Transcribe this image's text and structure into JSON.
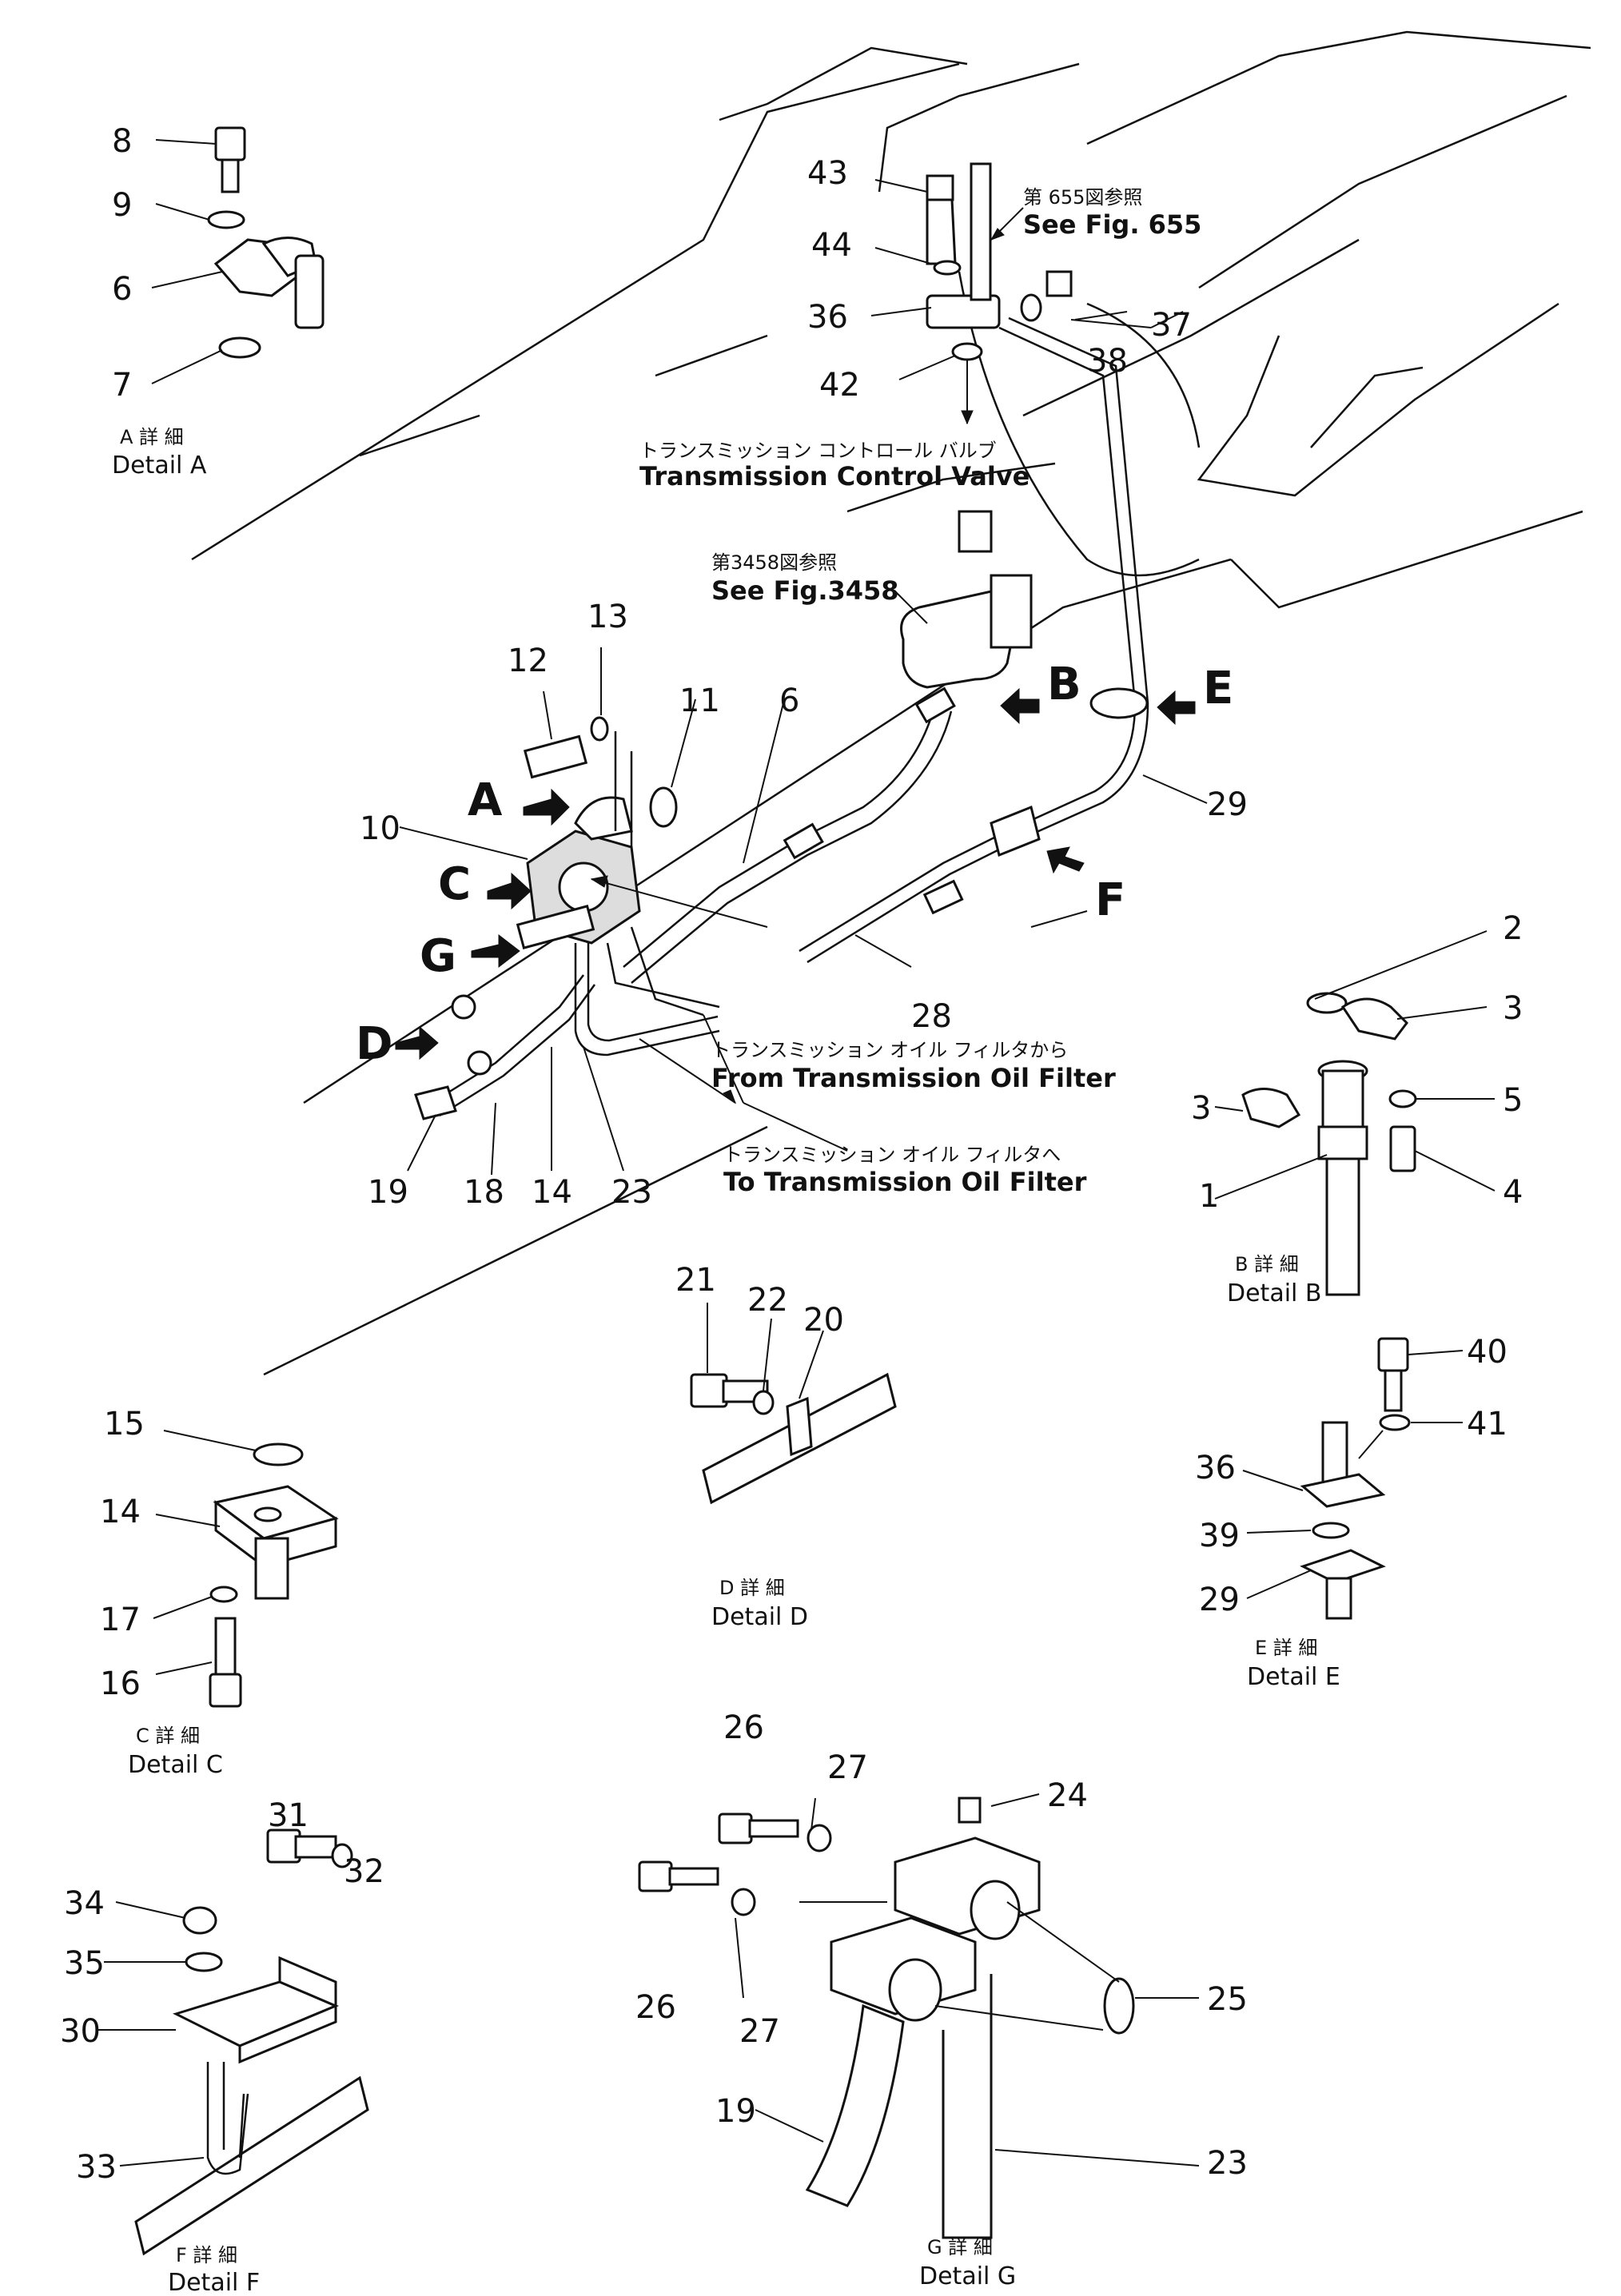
{
  "labels": {
    "n1": "1",
    "n2": "2",
    "n3a": "3",
    "n3b": "3",
    "n4": "4",
    "n5": "5",
    "n6a": "6",
    "n6b": "6",
    "n7": "7",
    "n8": "8",
    "n9": "9",
    "n10": "10",
    "n11": "11",
    "n12": "12",
    "n13": "13",
    "n14a": "14",
    "n14b": "14",
    "n15": "15",
    "n16": "16",
    "n17": "17",
    "n18": "18",
    "n19a": "19",
    "n19b": "19",
    "n20": "20",
    "n21": "21",
    "n22": "22",
    "n23a": "23",
    "n23b": "23",
    "n24": "24",
    "n25": "25",
    "n26a": "26",
    "n26b": "26",
    "n27a": "27",
    "n27b": "27",
    "n28": "28",
    "n29a": "29",
    "n29b": "29",
    "n30": "30",
    "n31": "31",
    "n32": "32",
    "n33": "33",
    "n34": "34",
    "n35": "35",
    "n36a": "36",
    "n36b": "36",
    "n37": "37",
    "n38": "38",
    "n39": "39",
    "n40": "40",
    "n41": "41",
    "n42": "42",
    "n43": "43",
    "n44": "44"
  },
  "letters": {
    "A": "A",
    "B": "B",
    "C": "C",
    "D": "D",
    "E": "E",
    "F": "F",
    "G": "G"
  },
  "notes": {
    "fig655_jp": "第 655図参照",
    "fig655_en": "See  Fig. 655",
    "fig3458_jp": "第3458図参照",
    "fig3458_en": "See  Fig.3458",
    "tcv_jp": "トランスミッション  コントロール  バルブ",
    "tcv_en": "Transmission  Control  Valve",
    "from_jp": "トランスミッション  オイル  フィルタから",
    "from_en": "From  Transmission  Oil  Filter",
    "to_jp": "トランスミッション  オイル  フィルタへ",
    "to_en": "To  Transmission  Oil  Filter"
  },
  "details": {
    "A": {
      "jp": "A  詳  細",
      "en": "Detail  A"
    },
    "B": {
      "jp": "B  詳  細",
      "en": "Detail  B"
    },
    "C": {
      "jp": "C  詳  細",
      "en": "Detail  C"
    },
    "D": {
      "jp": "D  詳  細",
      "en": "Detail  D"
    },
    "E": {
      "jp": "E  詳  細",
      "en": "Detail  E"
    },
    "F": {
      "jp": "F  詳  細",
      "en": "Detail  F"
    },
    "G": {
      "jp": "G  詳  細",
      "en": "Detail  G"
    }
  }
}
